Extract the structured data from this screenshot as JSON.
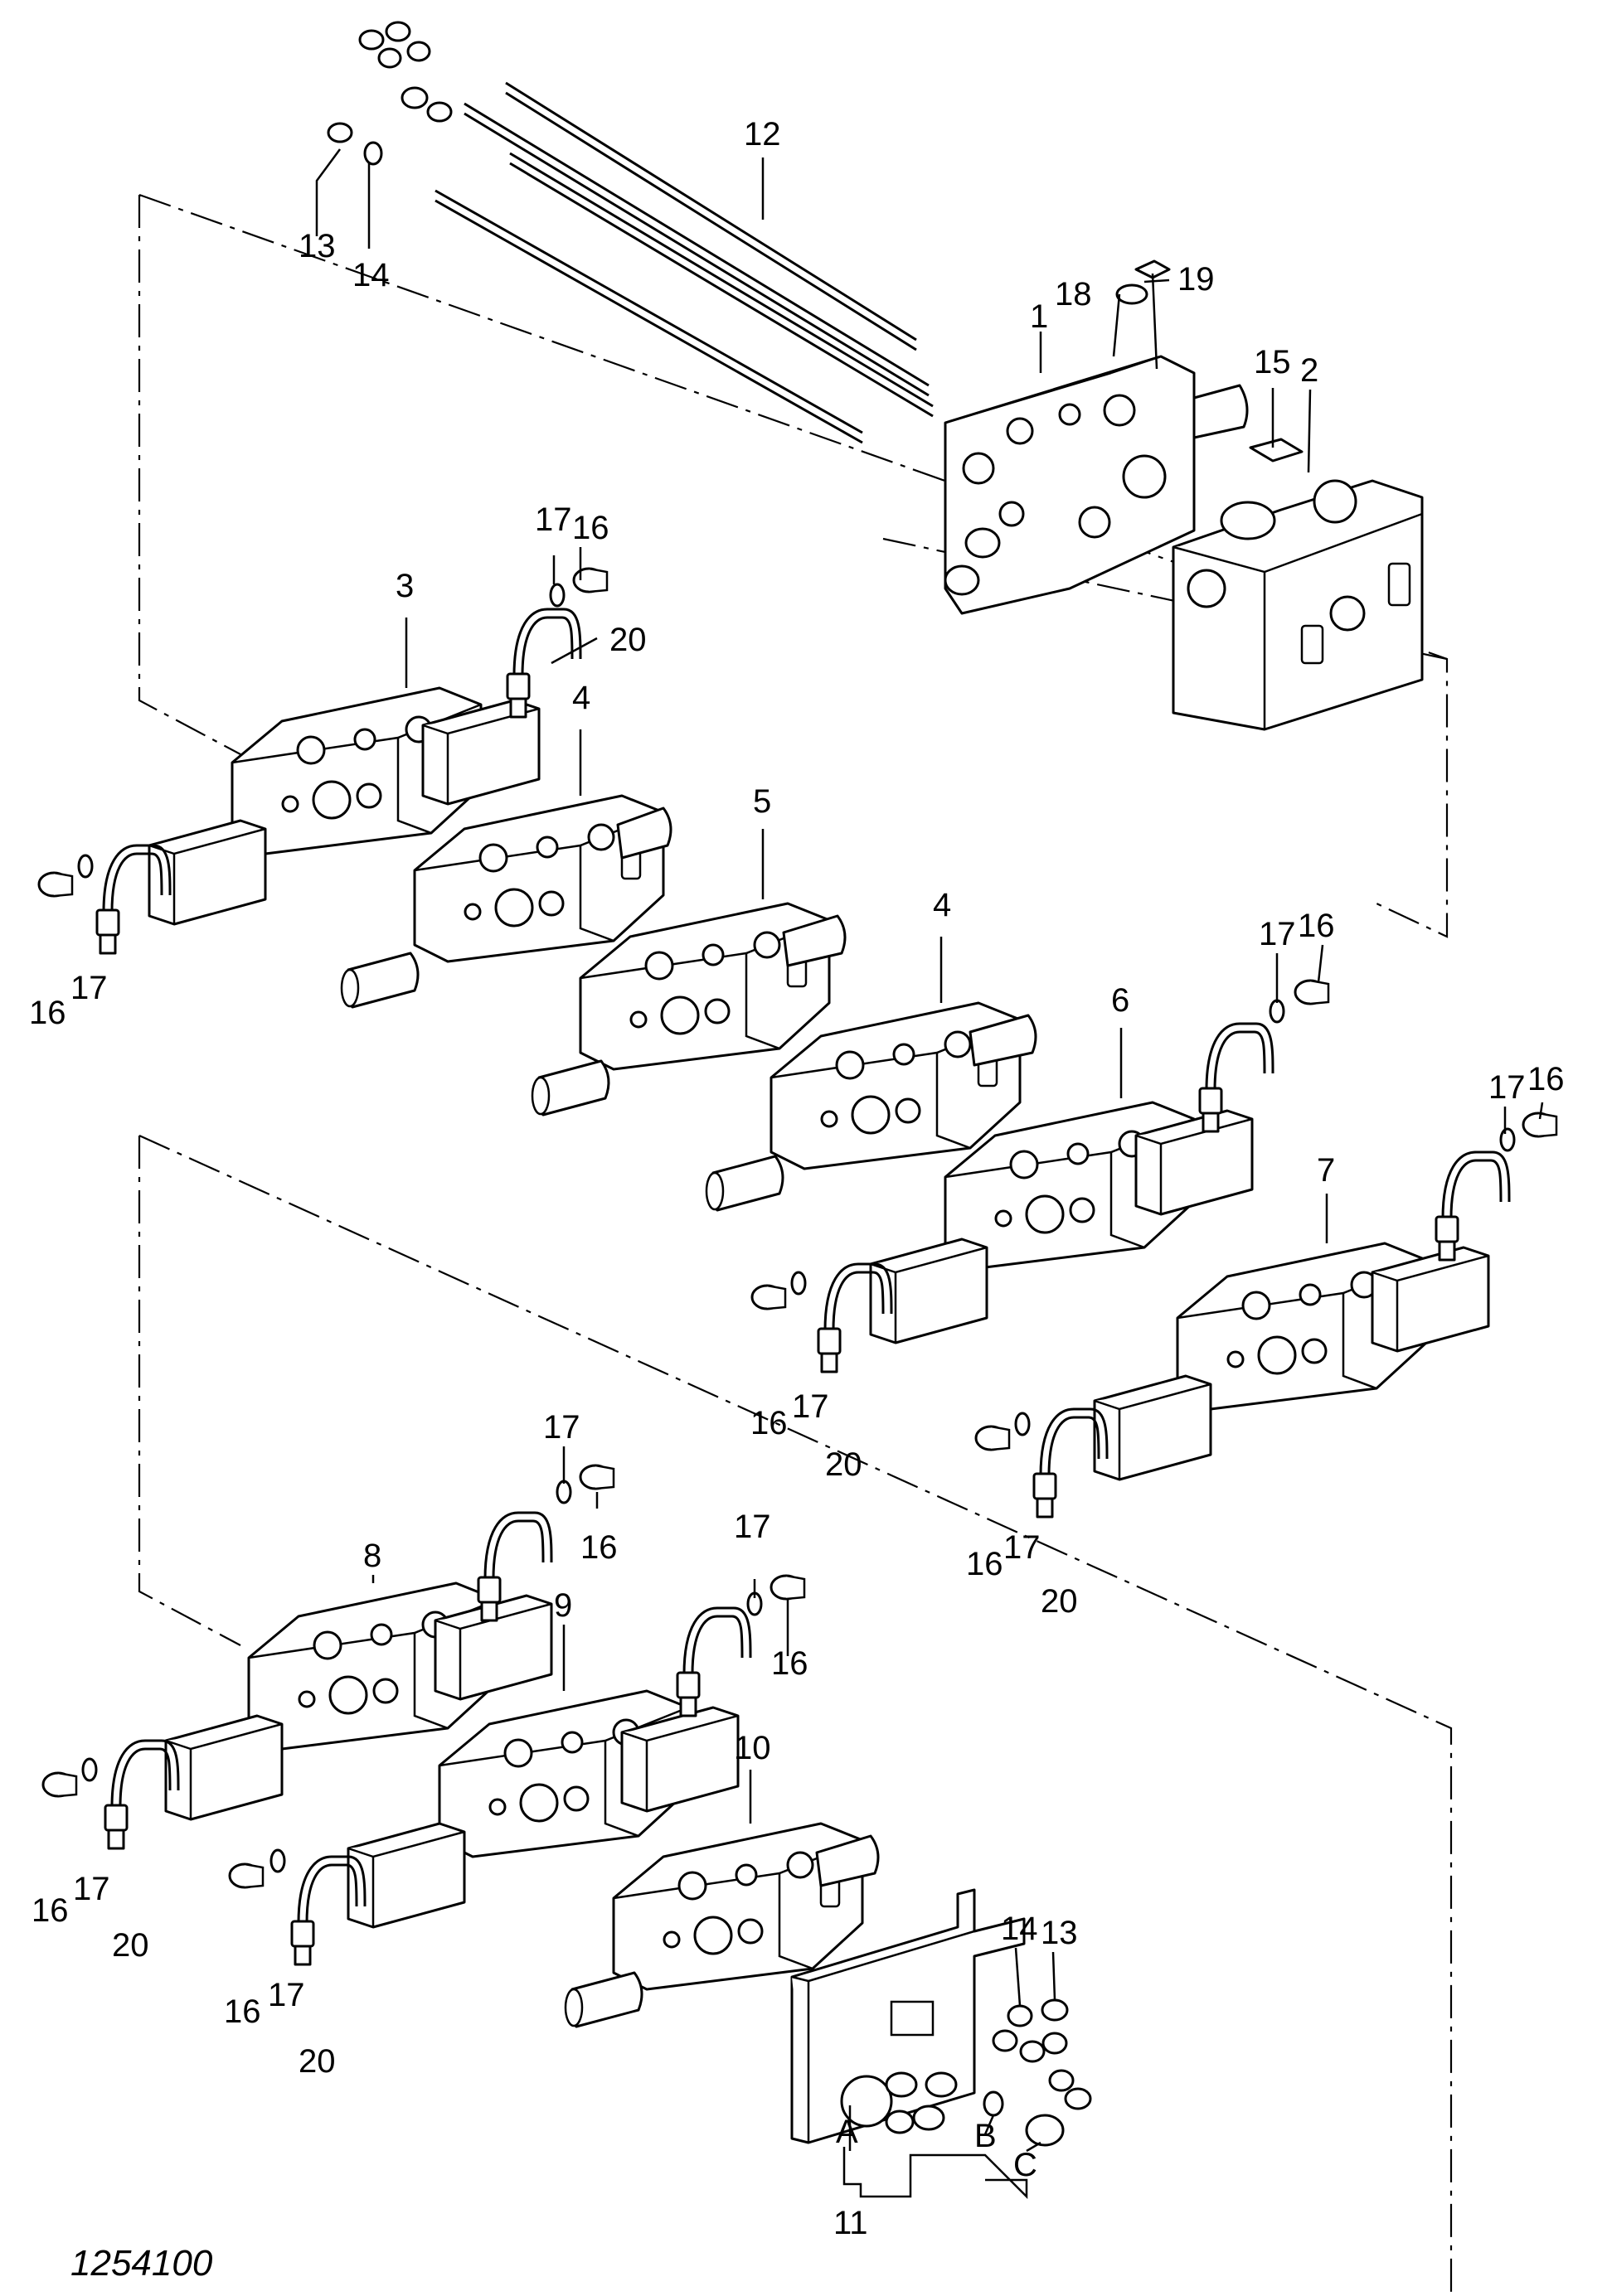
{
  "drawing_number": "1254100",
  "callouts": [
    {
      "id": "c1",
      "text": "1"
    },
    {
      "id": "c2",
      "text": "2"
    },
    {
      "id": "c3",
      "text": "3"
    },
    {
      "id": "c4a",
      "text": "4"
    },
    {
      "id": "c4b",
      "text": "4"
    },
    {
      "id": "c5",
      "text": "5"
    },
    {
      "id": "c6",
      "text": "6"
    },
    {
      "id": "c7",
      "text": "7"
    },
    {
      "id": "c8",
      "text": "8"
    },
    {
      "id": "c9",
      "text": "9"
    },
    {
      "id": "c10",
      "text": "10"
    },
    {
      "id": "c11",
      "text": "11"
    },
    {
      "id": "c12",
      "text": "12"
    },
    {
      "id": "c13a",
      "text": "13"
    },
    {
      "id": "c13b",
      "text": "13"
    },
    {
      "id": "c14a",
      "text": "14"
    },
    {
      "id": "c14b",
      "text": "14"
    },
    {
      "id": "c15",
      "text": "15"
    },
    {
      "id": "c16a",
      "text": "16"
    },
    {
      "id": "c16b",
      "text": "16"
    },
    {
      "id": "c16c",
      "text": "16"
    },
    {
      "id": "c16d",
      "text": "16"
    },
    {
      "id": "c16e",
      "text": "16"
    },
    {
      "id": "c16f",
      "text": "16"
    },
    {
      "id": "c16g",
      "text": "16"
    },
    {
      "id": "c16h",
      "text": "16"
    },
    {
      "id": "c16i",
      "text": "16"
    },
    {
      "id": "c16j",
      "text": "16"
    },
    {
      "id": "c17a",
      "text": "17"
    },
    {
      "id": "c17b",
      "text": "17"
    },
    {
      "id": "c17c",
      "text": "17"
    },
    {
      "id": "c17d",
      "text": "17"
    },
    {
      "id": "c17e",
      "text": "17"
    },
    {
      "id": "c17f",
      "text": "17"
    },
    {
      "id": "c17g",
      "text": "17"
    },
    {
      "id": "c17h",
      "text": "17"
    },
    {
      "id": "c17i",
      "text": "17"
    },
    {
      "id": "c17j",
      "text": "17"
    },
    {
      "id": "c18",
      "text": "18"
    },
    {
      "id": "c19",
      "text": "19"
    },
    {
      "id": "c20a",
      "text": "20"
    },
    {
      "id": "c20b",
      "text": "20"
    },
    {
      "id": "c20c",
      "text": "20"
    },
    {
      "id": "c20d",
      "text": "20"
    },
    {
      "id": "c20e",
      "text": "20"
    },
    {
      "id": "cA",
      "text": "A"
    },
    {
      "id": "cB",
      "text": "B"
    },
    {
      "id": "cC",
      "text": "C"
    }
  ]
}
